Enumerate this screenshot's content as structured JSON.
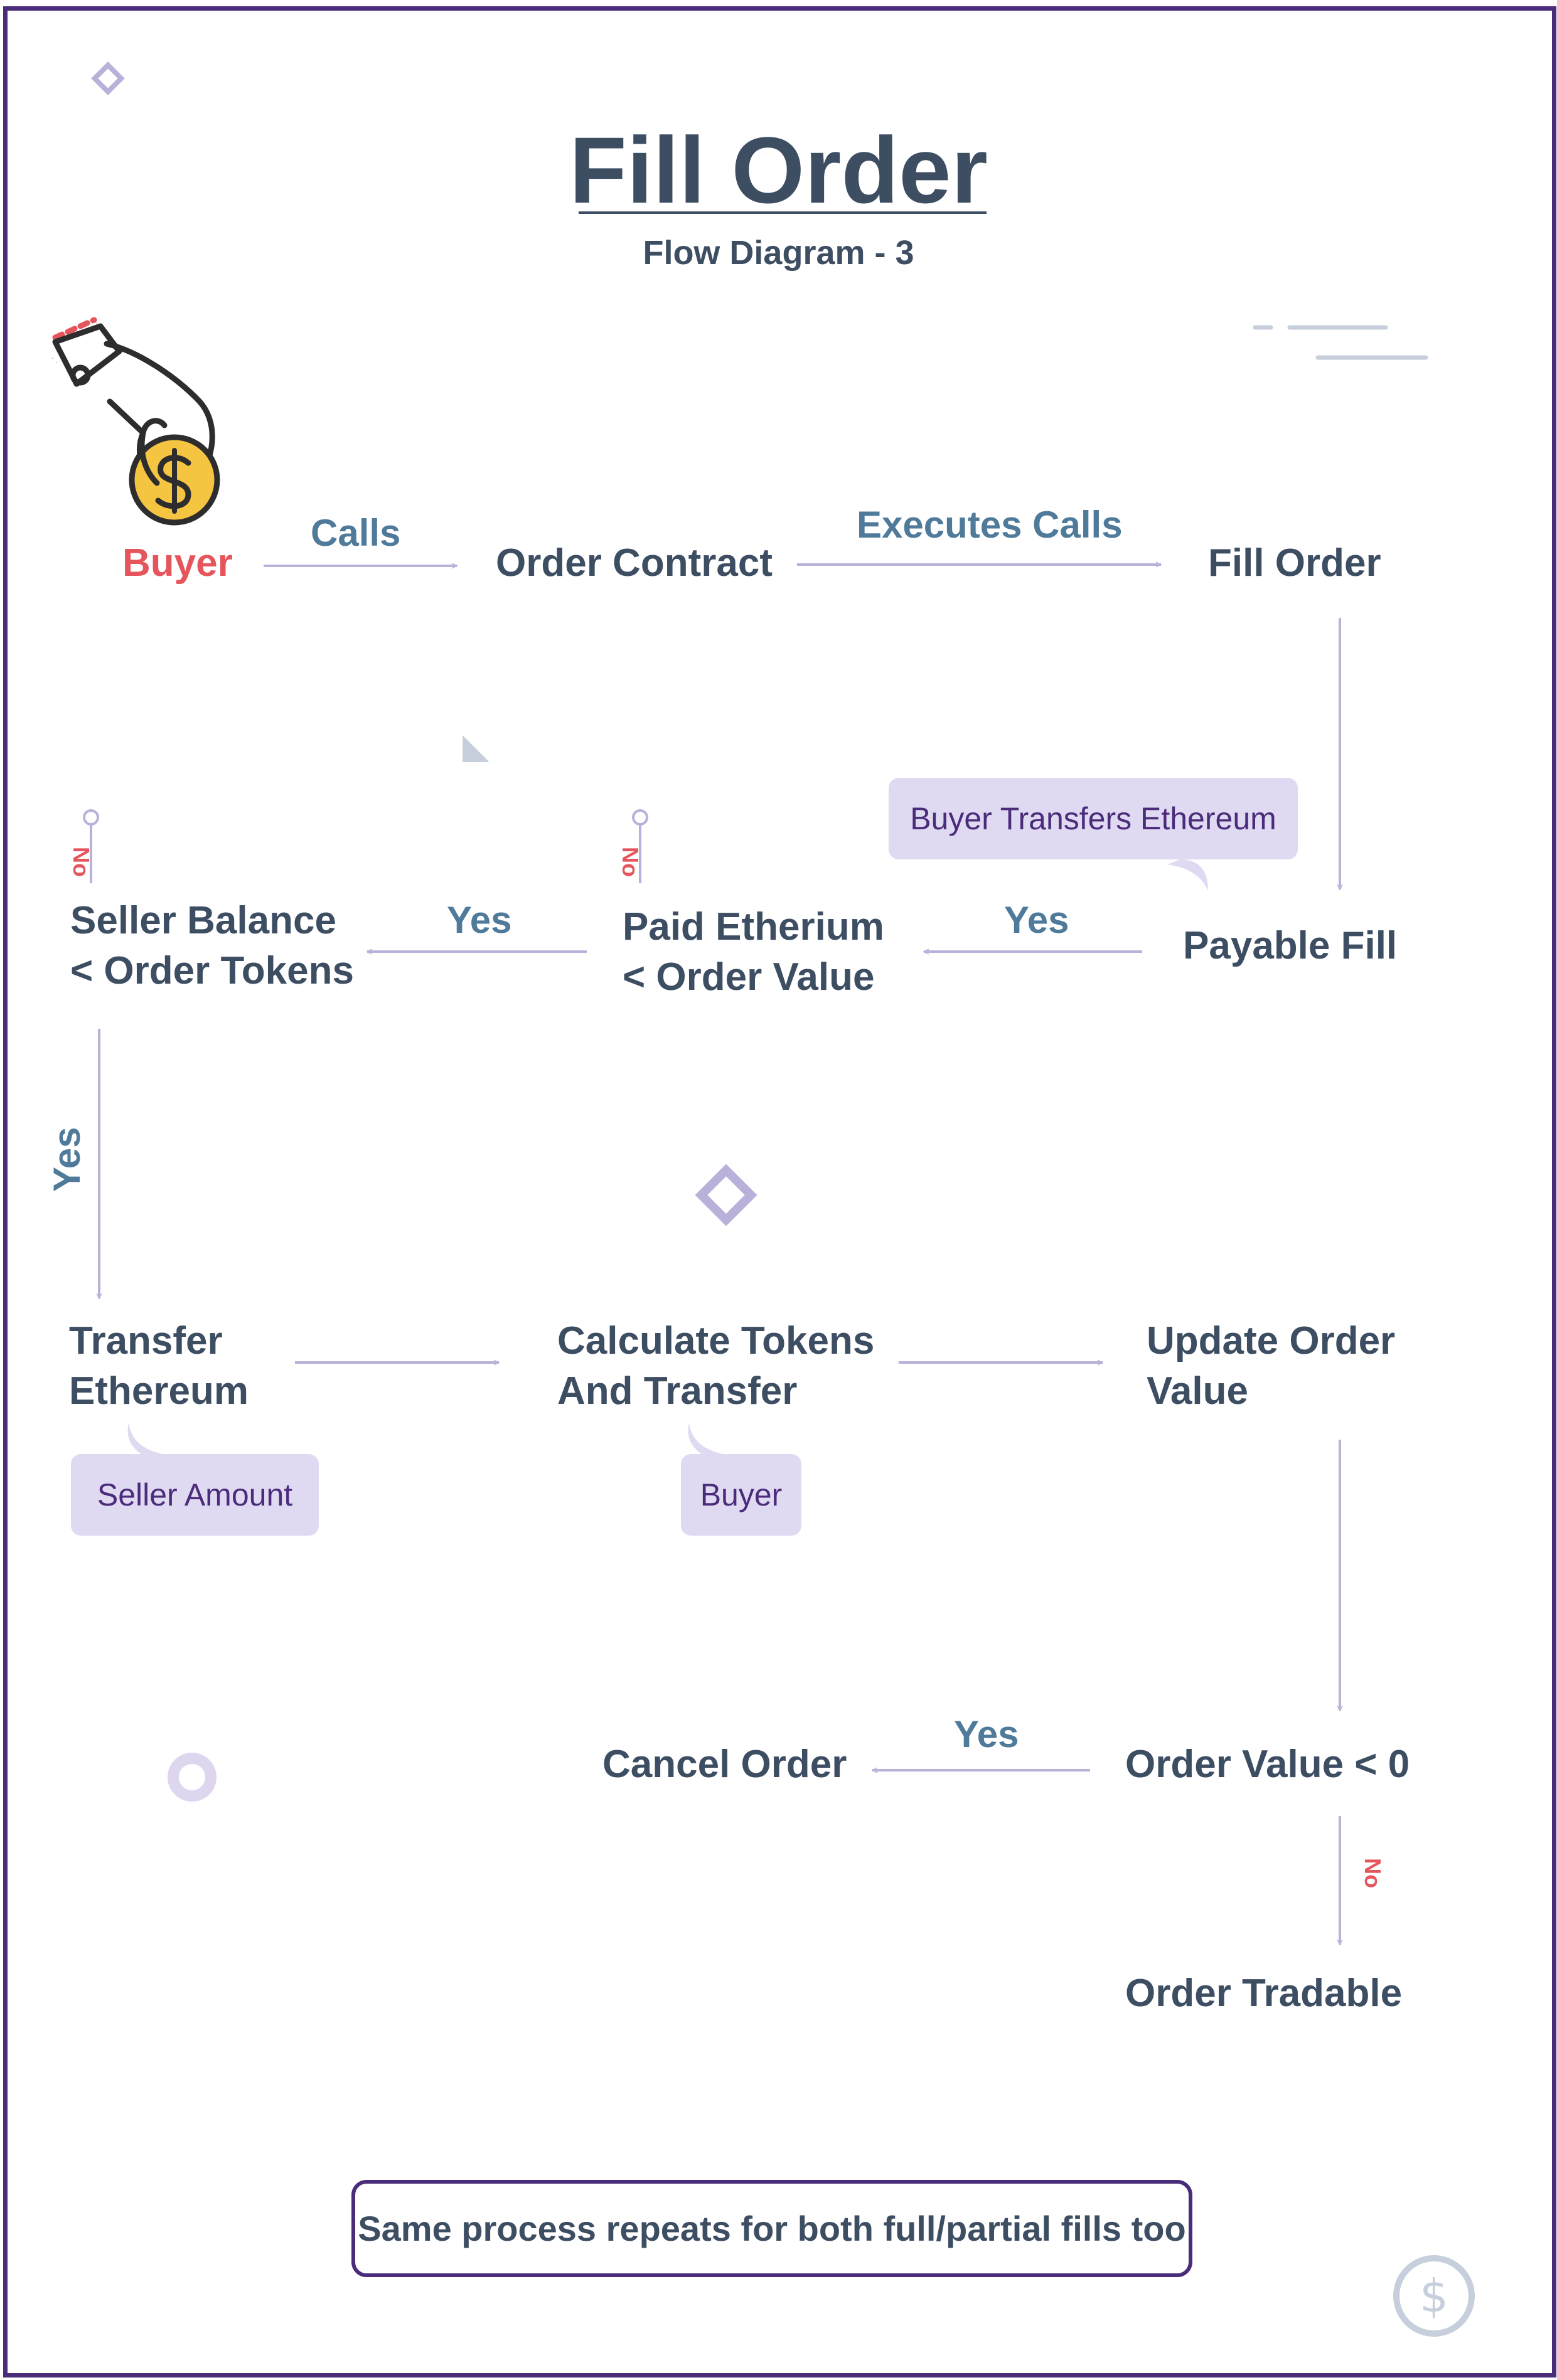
{
  "title": "Fill Order",
  "subtitle": "Flow Diagram - 3",
  "nodes": {
    "buyer": "Buyer",
    "order_contract": "Order Contract",
    "fill_order": "Fill Order",
    "payable_fill": "Payable Fill",
    "paid_etherium_l1": "Paid Etherium",
    "paid_etherium_l2": "< Order Value",
    "seller_balance_l1": "Seller Balance",
    "seller_balance_l2": "< Order Tokens",
    "transfer_ethereum_l1": "Transfer",
    "transfer_ethereum_l2": "Ethereum",
    "calculate_tokens_l1": "Calculate Tokens",
    "calculate_tokens_l2": "And Transfer",
    "update_order_l1": "Update Order",
    "update_order_l2": "Value",
    "order_value_check": "Order Value < 0",
    "cancel_order": "Cancel Order",
    "order_tradable": "Order Tradable"
  },
  "edge_labels": {
    "calls": "Calls",
    "executes_calls": "Executes Calls",
    "yes_payable": "Yes",
    "yes_paid": "Yes",
    "yes_seller": "Yes",
    "yes_cancel": "Yes",
    "no_paid": "No",
    "no_seller": "No",
    "no_tradable": "No"
  },
  "bubbles": {
    "buyer_transfers": "Buyer Transfers Ethereum",
    "seller_amount": "Seller Amount",
    "buyer": "Buyer"
  },
  "note": "Same process repeats for both full/partial fills too",
  "icons": [
    "hand-coin-icon",
    "dollar-circle-icon"
  ],
  "colors": {
    "frame": "#4a2c7a",
    "node_text": "#3d4e63",
    "buyer_text": "#e5565c",
    "edge_label": "#4f7a9a",
    "arrow": "#b9b1d9",
    "bubble_bg": "#e0d9f2",
    "coin": "#f5c542"
  }
}
